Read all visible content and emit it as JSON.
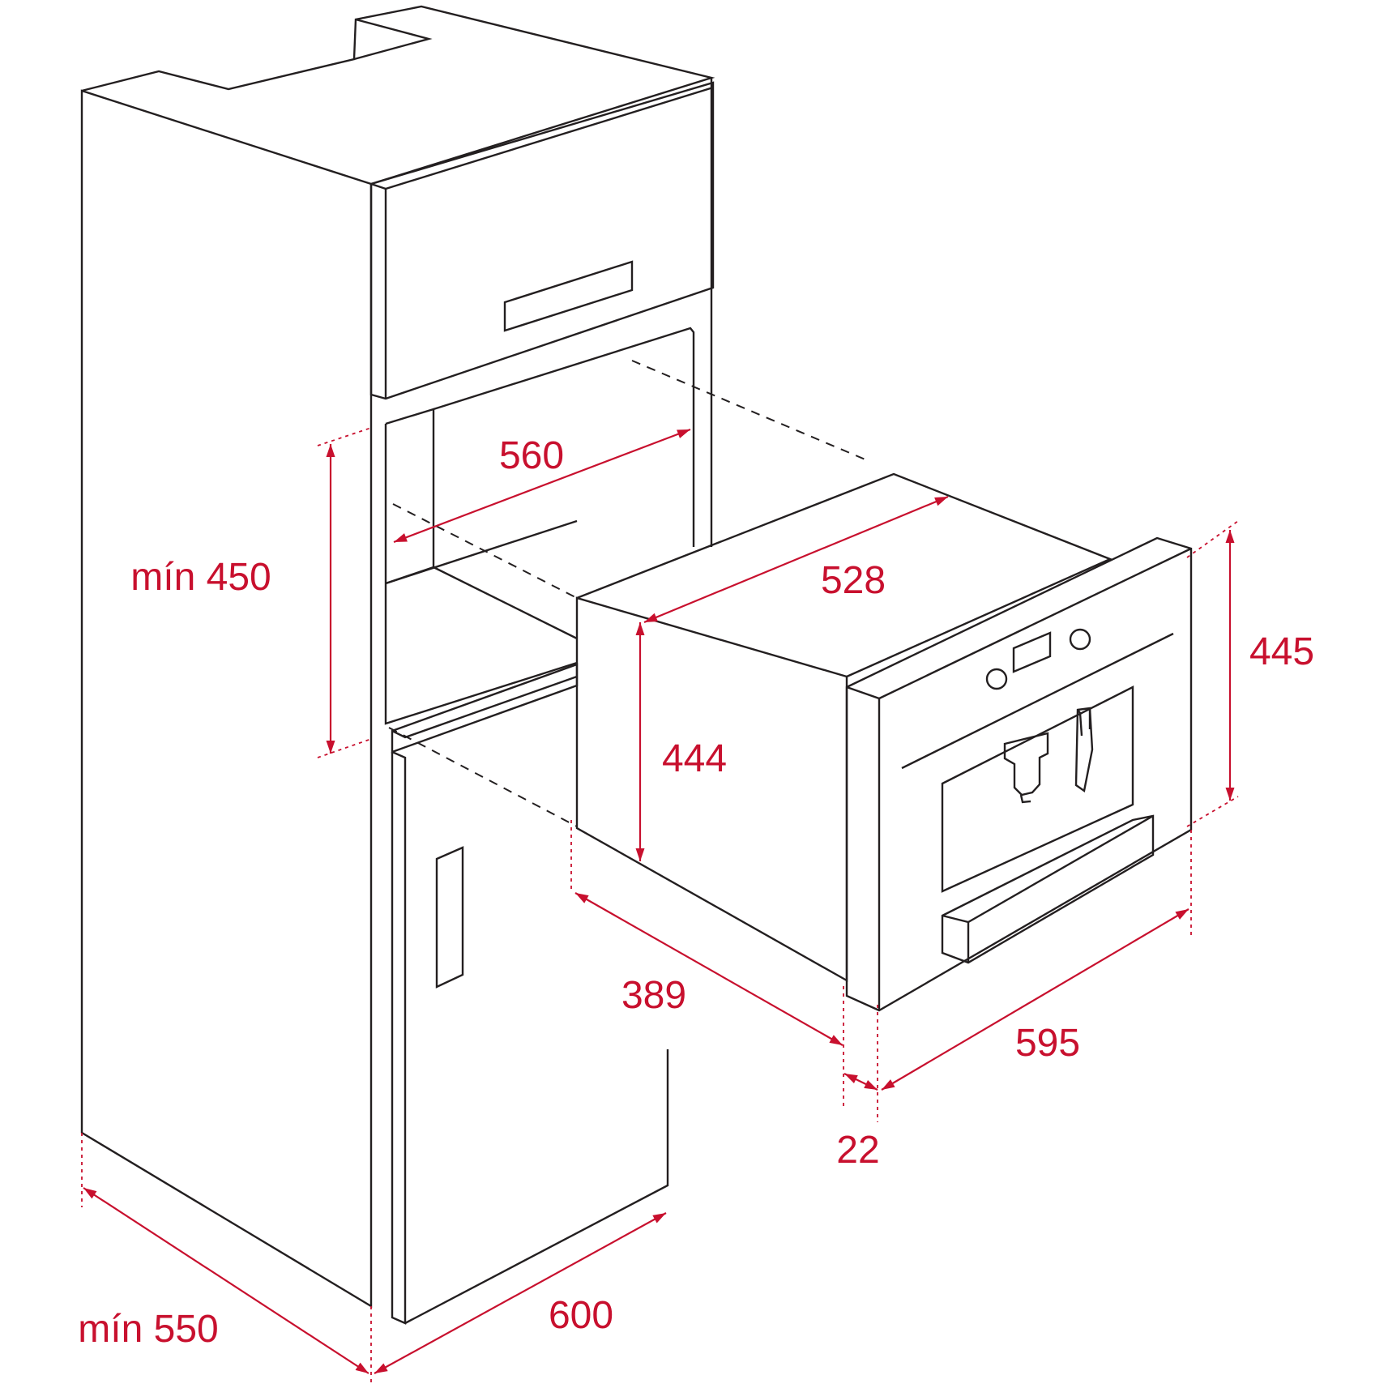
{
  "diagram": {
    "colors": {
      "outline": "#231f20",
      "dimension": "#c8102e"
    },
    "dimensions": {
      "cavity_width": "560",
      "cavity_min_height": "mín 450",
      "appliance_depth": "528",
      "front_height": "445",
      "body_height": "444",
      "body_depth": "389",
      "front_width": "595",
      "front_thickness": "22",
      "cabinet_min_depth": "mín 550",
      "cabinet_width": "600"
    }
  }
}
